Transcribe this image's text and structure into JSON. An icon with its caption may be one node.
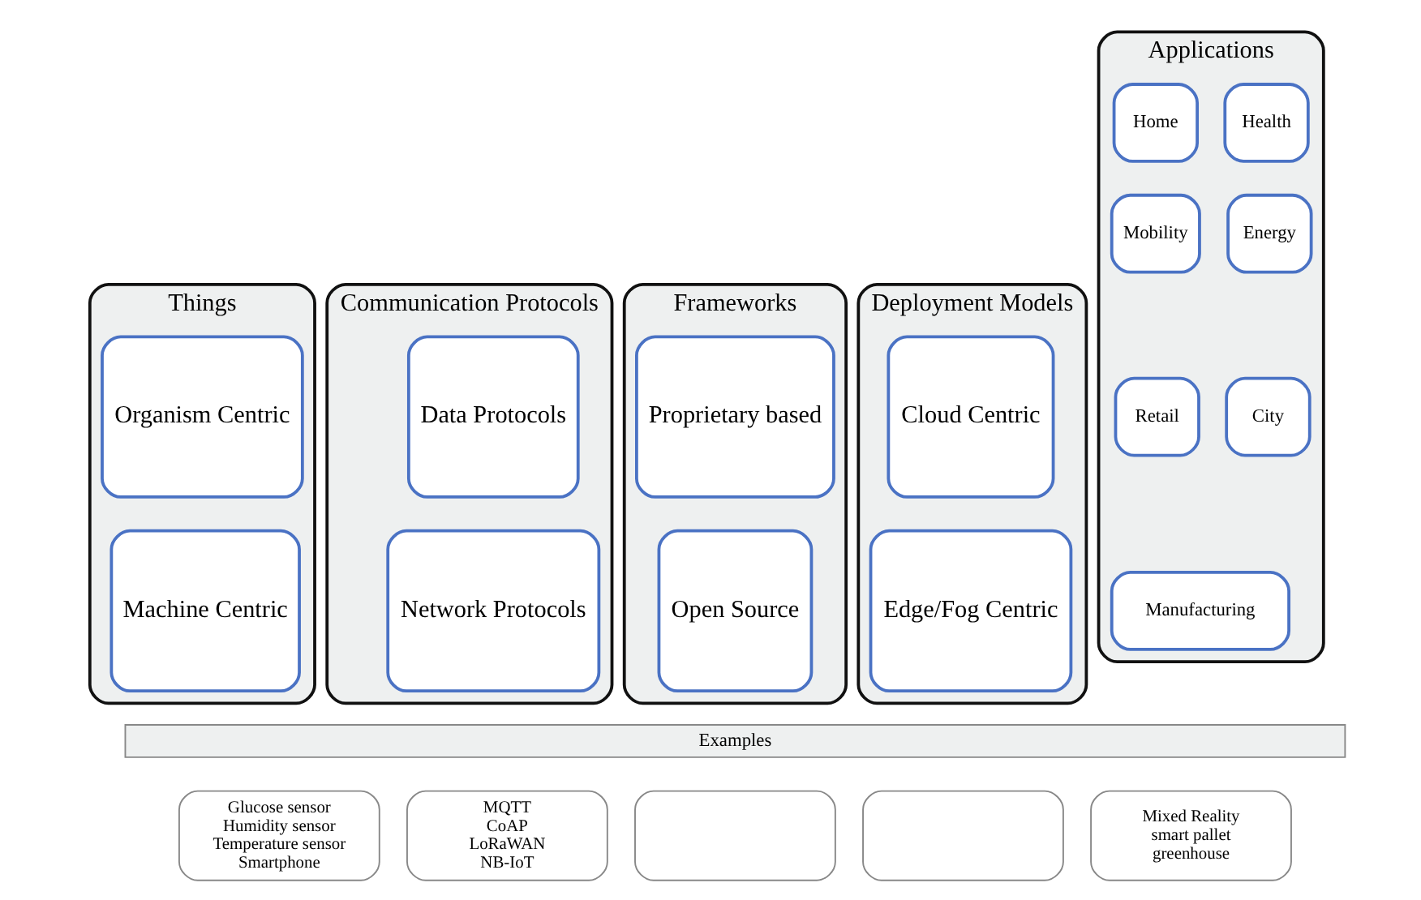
{
  "diagram": {
    "nodes": [
      {
        "text": [
          "Things"
        ]
      },
      {
        "text": [
          "Organism Centric"
        ],
        "in": 0
      },
      {
        "text": [
          "Machine Centric"
        ],
        "in": 0
      },
      {
        "text": [
          "Communication Protocols"
        ]
      },
      {
        "text": [
          "Data Protocols"
        ],
        "in": 3
      },
      {
        "text": [
          "Network Protocols"
        ],
        "in": 3
      },
      {
        "text": [
          "Frameworks"
        ]
      },
      {
        "text": [
          "Proprietary based"
        ],
        "in": 6
      },
      {
        "text": [
          "Open Source"
        ],
        "in": 6
      },
      {
        "text": [
          "Deployment Models"
        ]
      },
      {
        "text": [
          "Cloud Centric"
        ],
        "in": 9
      },
      {
        "text": [
          "Edge/Fog Centric"
        ],
        "in": 9
      },
      {
        "text": [
          "Applications"
        ]
      },
      {
        "text": [
          "Home"
        ],
        "in": 12
      },
      {
        "text": [
          "Health"
        ],
        "in": 12
      },
      {
        "text": [
          "Mobility"
        ],
        "in": 12
      },
      {
        "text": [
          "Energy"
        ],
        "in": 12
      },
      {
        "text": [
          "Retail"
        ],
        "in": 12
      },
      {
        "text": [
          "City"
        ],
        "in": 12
      },
      {
        "text": [
          "Manufacturing"
        ],
        "in": 12
      },
      {
        "text": [
          "Examples"
        ]
      },
      {
        "text": [
          "Glucose sensor",
          "Humidity sensor",
          "Temperature sensor",
          "Smartphone"
        ]
      },
      {
        "text": [
          "MQTT",
          "CoAP",
          "LoRaWAN",
          "NB-IoT"
        ]
      },
      {
        "text": [],
        "shape": "box"
      },
      {
        "text": [],
        "shape": "box"
      },
      {
        "text": [
          "Mixed Reality",
          "smart pallet",
          "greenhouse"
        ]
      }
    ],
    "edges": []
  }
}
